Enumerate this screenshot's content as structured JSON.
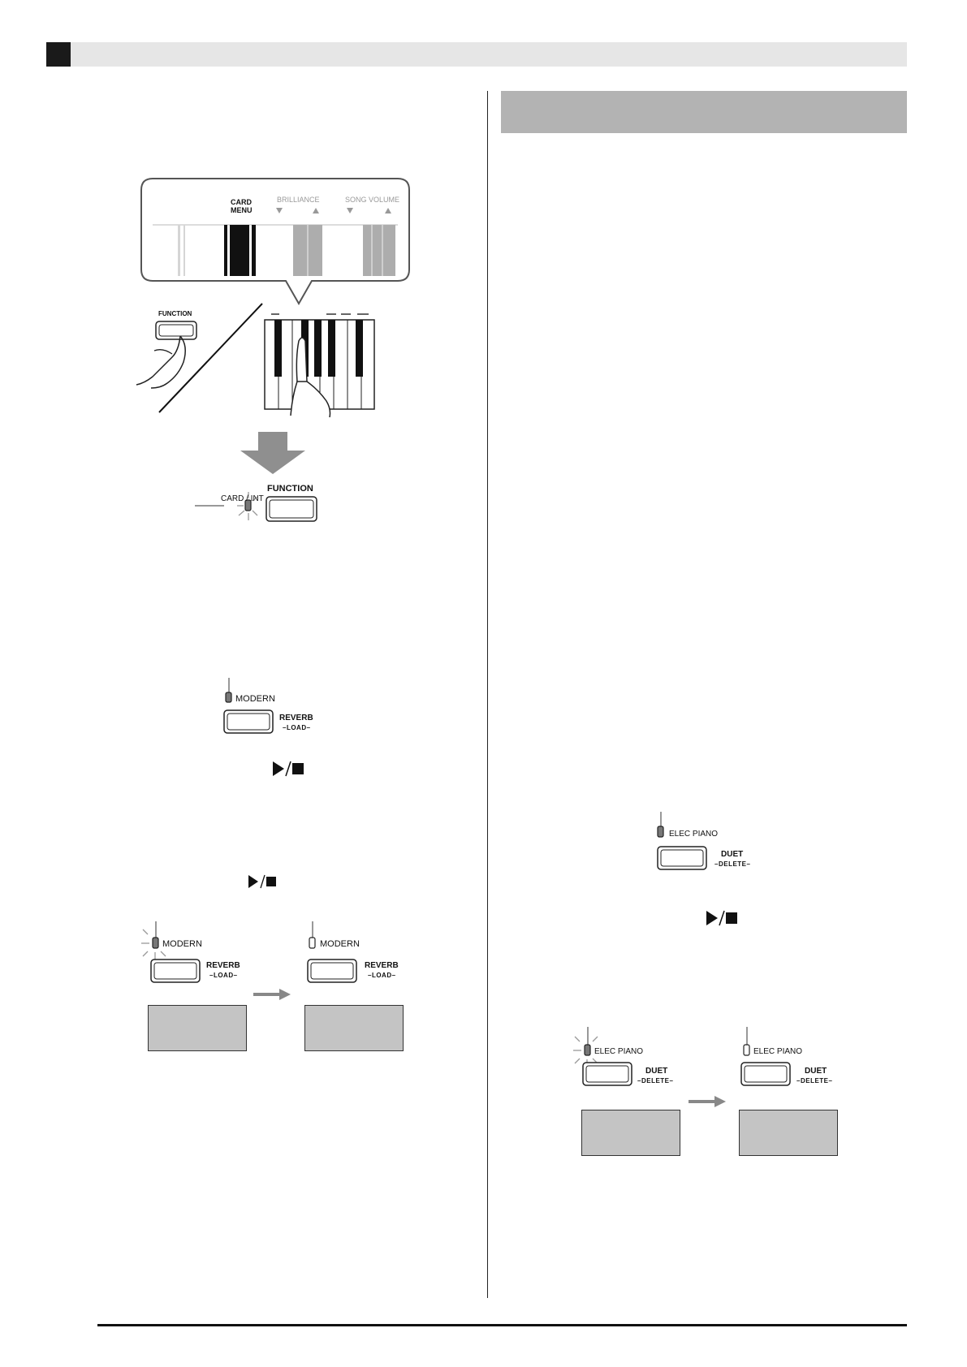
{
  "figure_keyboard": {
    "card_menu_line1": "CARD",
    "card_menu_line2": "MENU",
    "brilliance": "BRILLIANCE",
    "song_volume": "SONG VOLUME",
    "function_label": "FUNCTION"
  },
  "figure_card_int": {
    "card_int_label": "CARD / INT",
    "function_label": "FUNCTION"
  },
  "figure_modern": {
    "modern_label": "MODERN",
    "reverb_label": "REVERB",
    "load_label": "–LOAD–"
  },
  "figure_modern_sequence": {
    "modern_label": "MODERN",
    "reverb_label": "REVERB",
    "load_label": "–LOAD–"
  },
  "figure_elec_piano": {
    "elec_piano_label": "ELEC PIANO",
    "duet_label": "DUET",
    "delete_label": "–DELETE–"
  },
  "figure_elec_piano_sequence": {
    "elec_piano_label": "ELEC PIANO",
    "duet_label": "DUET",
    "delete_label": "–DELETE–"
  },
  "icons": {
    "play_stop": "play-stop-icon",
    "flow_arrow": "arrow-right-icon",
    "down_arrow": "down-arrow-icon"
  }
}
